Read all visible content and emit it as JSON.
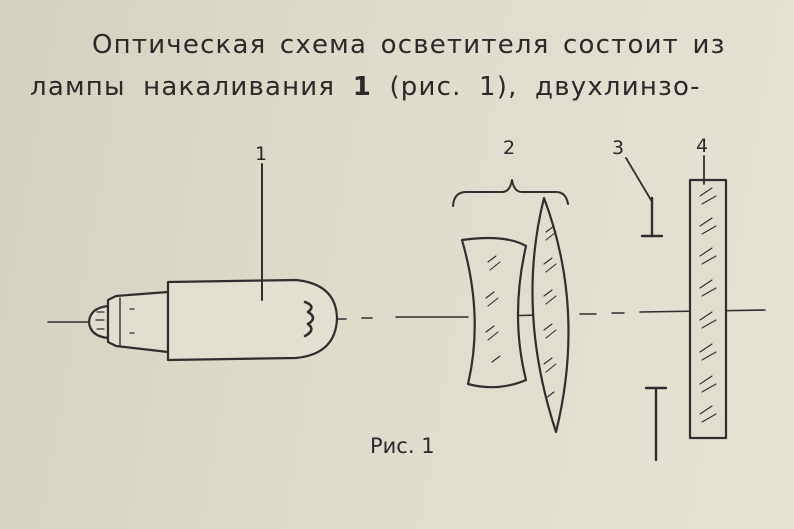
{
  "text": {
    "line1": "Оптическая схема осветителя состоит из",
    "line2_prefix": "лампы накаливания ",
    "line2_bold": "1",
    "line2_suffix": " (рис. 1), двухлинзо-"
  },
  "figure": {
    "labels": {
      "lamp": "1",
      "condenser": "2",
      "diaphragm": "3",
      "filter": "4"
    },
    "caption": "Рис. 1"
  }
}
